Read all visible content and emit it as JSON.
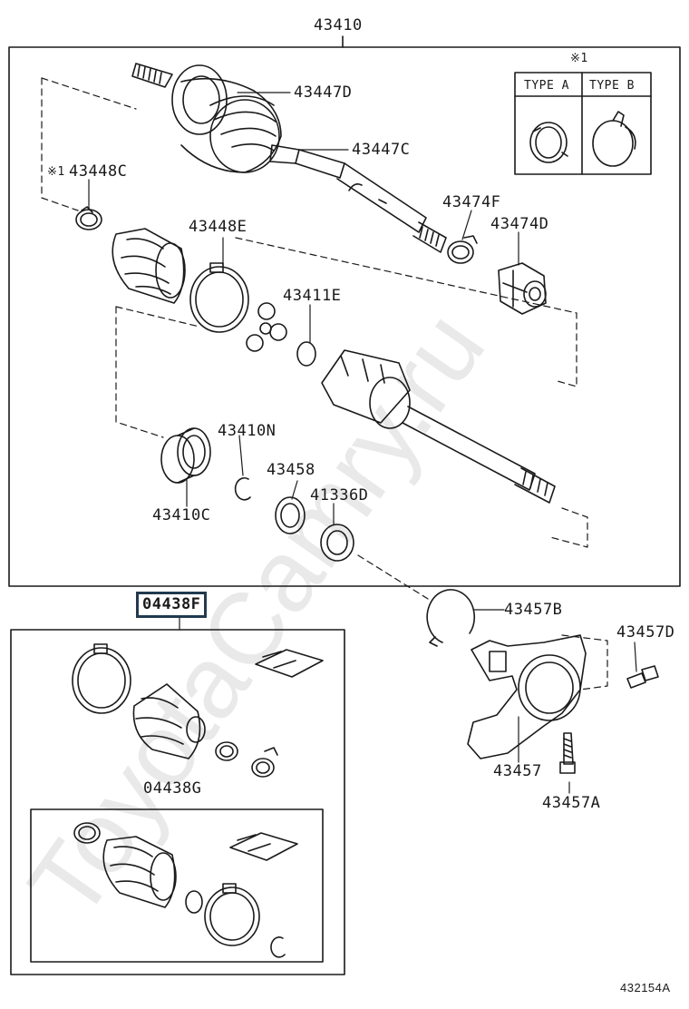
{
  "diagram_id": "432154A",
  "watermark": "ToyotaCamry.ru",
  "note_marker": "※1",
  "type_a_label": "TYPE A",
  "type_b_label": "TYPE B",
  "assembly_number": "43410",
  "kit_number": "04438F",
  "kit_sub_number": "04438G",
  "parts": {
    "p43447D": "43447D",
    "p43447C": "43447C",
    "p43448C": "43448C",
    "p43448E": "43448E",
    "p43474F": "43474F",
    "p43474D": "43474D",
    "p43411E": "43411E",
    "p43410N": "43410N",
    "p43458": "43458",
    "p41336D": "41336D",
    "p43410C": "43410C",
    "p43457B": "43457B",
    "p43457D": "43457D",
    "p43457": "43457",
    "p43457A": "43457A"
  },
  "colors": {
    "line": "#1a1a1a",
    "kit_border": "#203a50",
    "watermark": "#e6e6e6"
  }
}
